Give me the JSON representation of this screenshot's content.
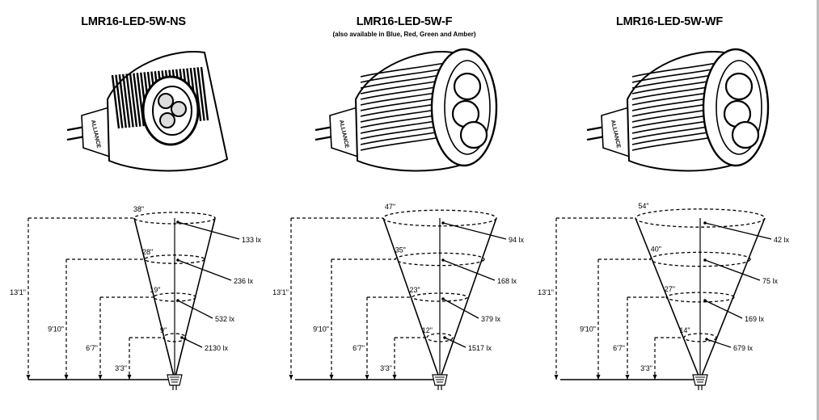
{
  "products": [
    {
      "title": "LMR16-LED-5W-NS",
      "subtitle": "",
      "heat_sink": "fins",
      "logo_text": "ALLIANCE",
      "beam": {
        "levels": [
          {
            "distance": "13'1\"",
            "diameter": "38\"",
            "illuminance": "133 lx"
          },
          {
            "distance": "9'10\"",
            "diameter": "28\"",
            "illuminance": "236 lx"
          },
          {
            "distance": "6'7\"",
            "diameter": "19\"",
            "illuminance": "532 lx"
          },
          {
            "distance": "3'3\"",
            "diameter": "9\"",
            "illuminance": "2130 lx"
          }
        ]
      }
    },
    {
      "title": "LMR16-LED-5W-F",
      "subtitle": "(also available in Blue, Red, Green and Amber)",
      "heat_sink": "ribs",
      "logo_text": "ALLIANCE",
      "beam": {
        "levels": [
          {
            "distance": "13'1\"",
            "diameter": "47\"",
            "illuminance": "94 lx"
          },
          {
            "distance": "9'10\"",
            "diameter": "35\"",
            "illuminance": "168 lx"
          },
          {
            "distance": "6'7\"",
            "diameter": "23\"",
            "illuminance": "379 lx"
          },
          {
            "distance": "3'3\"",
            "diameter": "12\"",
            "illuminance": "1517 lx"
          }
        ]
      }
    },
    {
      "title": "LMR16-LED-5W-WF",
      "subtitle": "",
      "heat_sink": "ribs",
      "logo_text": "ALLIANCE",
      "beam": {
        "levels": [
          {
            "distance": "13'1\"",
            "diameter": "54\"",
            "illuminance": "42 lx"
          },
          {
            "distance": "9'10\"",
            "diameter": "40\"",
            "illuminance": "75 lx"
          },
          {
            "distance": "6'7\"",
            "diameter": "27\"",
            "illuminance": "169 lx"
          },
          {
            "distance": "3'3\"",
            "diameter": "14\"",
            "illuminance": "679 lx"
          }
        ]
      }
    }
  ]
}
